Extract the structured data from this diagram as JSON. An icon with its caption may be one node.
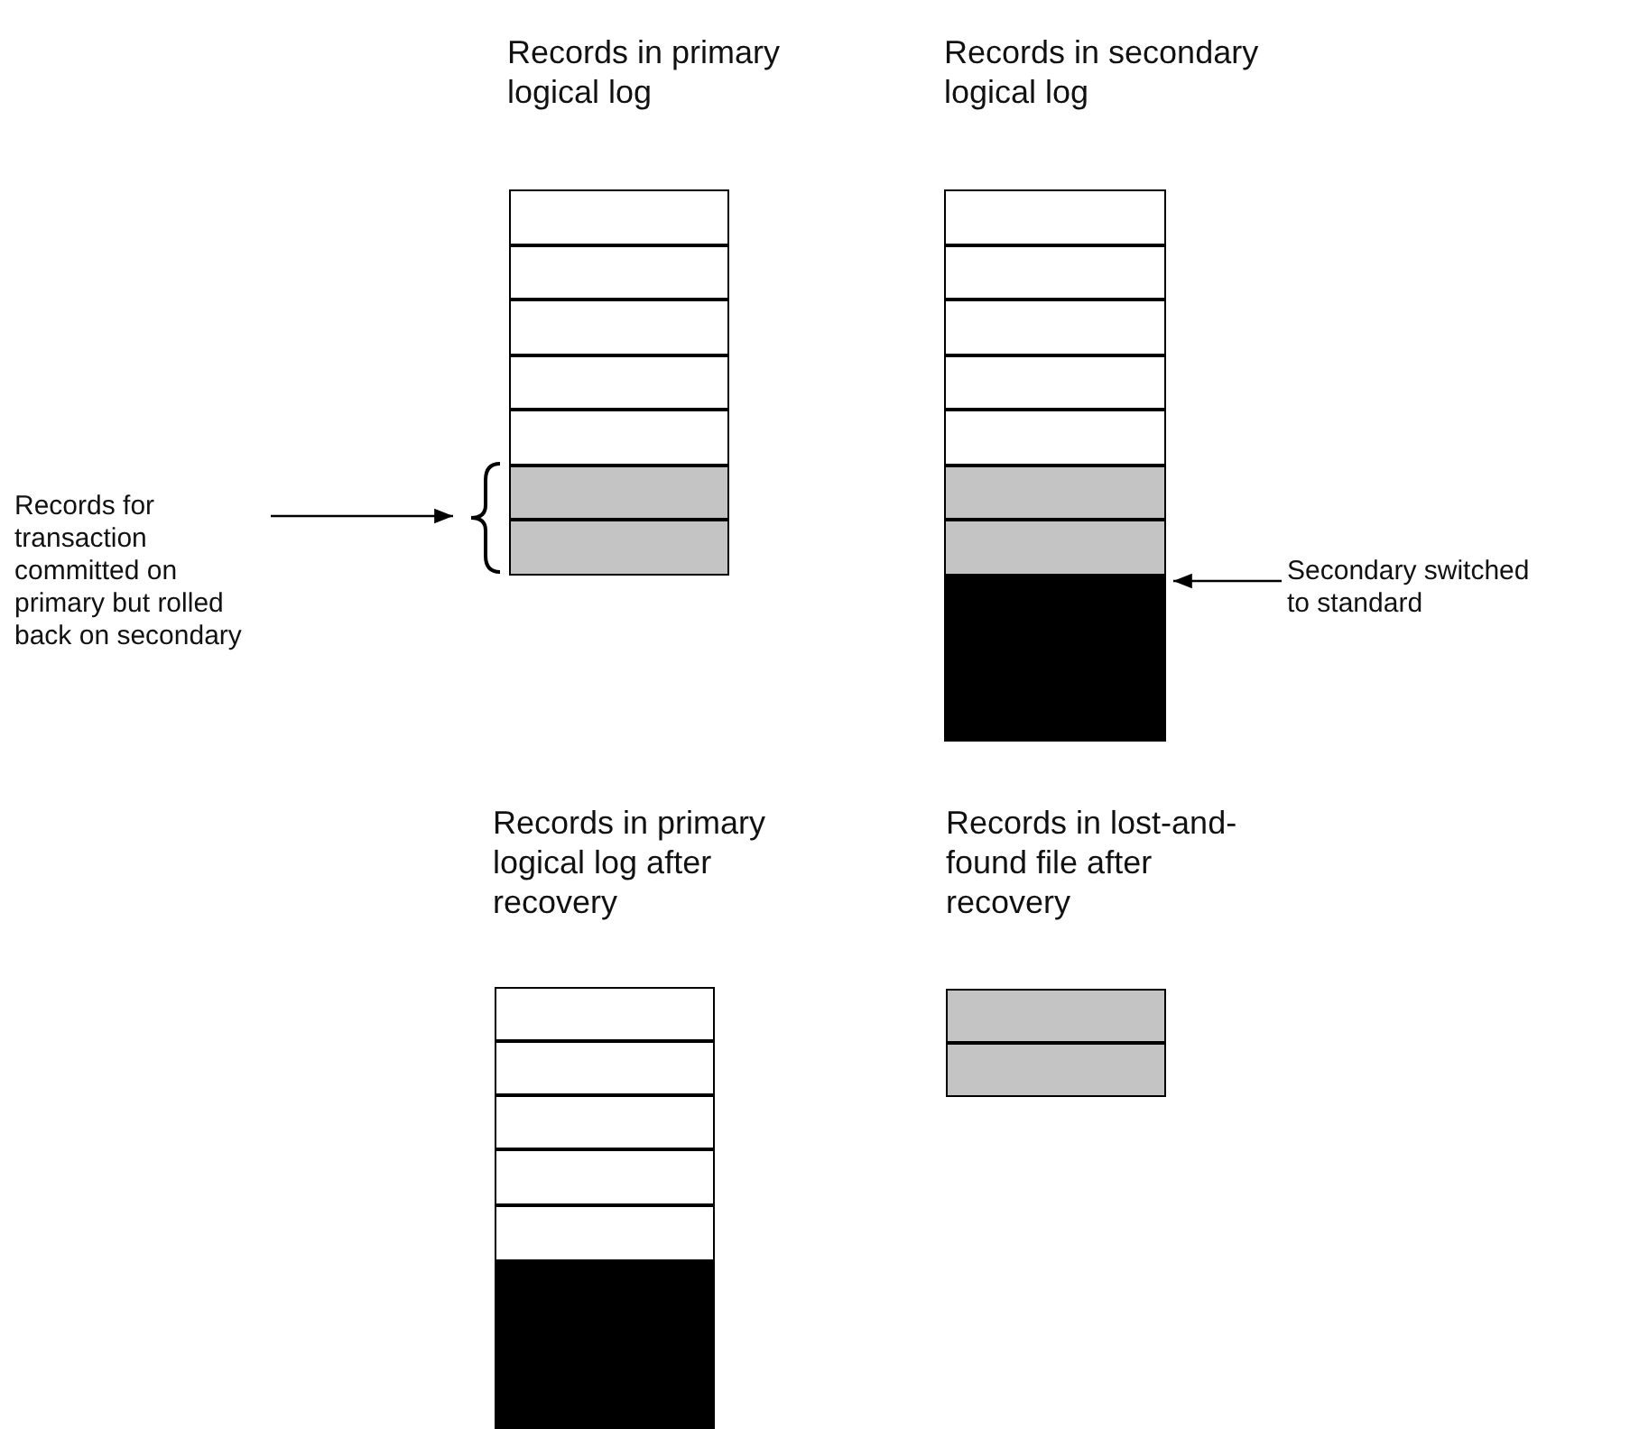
{
  "diagram": {
    "nodes": [
      {
        "text": [],
        "shape": "box"
      },
      {
        "text": [],
        "shape": "box"
      },
      {
        "text": [],
        "shape": "box"
      },
      {
        "text": [],
        "shape": "box"
      },
      {
        "text": [],
        "shape": "box"
      },
      {
        "text": [],
        "shape": "box"
      },
      {
        "text": [],
        "shape": "box"
      },
      {
        "text": [],
        "shape": "box"
      },
      {
        "text": [],
        "shape": "box"
      },
      {
        "text": [],
        "shape": "box"
      },
      {
        "text": [],
        "shape": "box"
      },
      {
        "text": [],
        "shape": "box"
      },
      {
        "text": [],
        "shape": "box"
      },
      {
        "text": [],
        "shape": "box"
      },
      {
        "text": [],
        "shape": "box"
      },
      {
        "text": [
          "Records for transaction committed on primary but rolled back on secondary"
        ]
      },
      {
        "text": [],
        "shape": "brace"
      },
      {
        "text": [
          "Secondary switched to standard"
        ]
      },
      {
        "text": [],
        "shape": "box"
      },
      {
        "text": [],
        "shape": "box"
      },
      {
        "text": [],
        "shape": "box"
      },
      {
        "text": [],
        "shape": "box"
      },
      {
        "text": [],
        "shape": "box"
      },
      {
        "text": [],
        "shape": "box"
      },
      {
        "text": [],
        "shape": "box"
      },
      {
        "text": [],
        "shape": "box"
      }
    ],
    "edges": [
      {
        "from": 15,
        "to": 16,
        "arrow": "to"
      },
      {
        "from": 17,
        "to": 14,
        "arrow": "to"
      }
    ],
    "labels": [
      "Records in primary logical log",
      "Records in secondary logical log",
      "Records in primary logical log after recovery",
      "Records in lost-and-found file after recovery"
    ]
  }
}
